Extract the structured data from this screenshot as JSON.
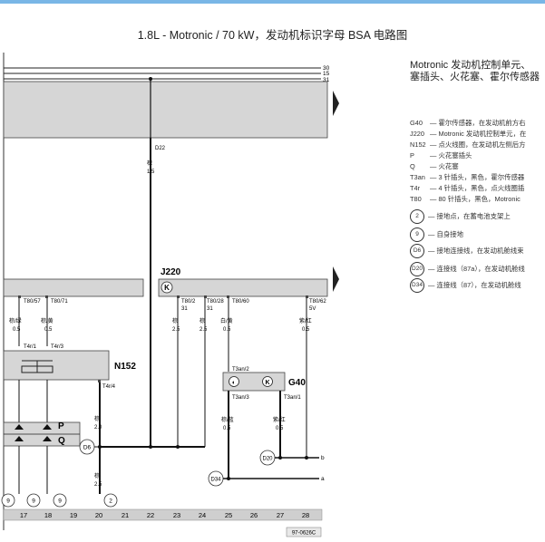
{
  "title": "1.8L - Motronic / 70 kW，发动机标识字母 BSA 电路图",
  "bus_lines": [
    "30",
    "15",
    "31"
  ],
  "heading": "Motronic 发动机控制单元、\n塞插头、火花塞、霍尔传感器",
  "legend": [
    {
      "symbol": "G40",
      "text": "— 霍尔传感器，在发动机前方右"
    },
    {
      "symbol": "J220",
      "text": "— Motronic 发动机控制单元，在"
    },
    {
      "symbol": "N152",
      "text": "— 点火线圈，在发动机左侧后方"
    },
    {
      "symbol": "P",
      "text": "— 火花塞插头"
    },
    {
      "symbol": "Q",
      "text": "— 火花塞"
    },
    {
      "symbol": "T3an",
      "text": "— 3 针插头，黑色，霍尔传感器"
    },
    {
      "symbol": "T4r",
      "text": "— 4 针插头，黑色，点火线圈插"
    },
    {
      "symbol": "T80",
      "text": "— 80 针插头，黑色，Motronic"
    }
  ],
  "legend_ground": [
    {
      "symbol": "2",
      "text": "— 接地点，在蓄电池支架上"
    },
    {
      "symbol": "9",
      "text": "— 自身接地"
    },
    {
      "symbol": "D6",
      "text": "— 接地连接线，在发动机舱线束"
    },
    {
      "symbol": "D20",
      "text": "— 连接线（87a），在发动机舱线"
    },
    {
      "symbol": "D34",
      "text": "— 连接线（87），在发动机舱线"
    }
  ],
  "components": {
    "J220": "J220",
    "N152": "N152",
    "G40": "G40",
    "P": "P",
    "Q": "Q"
  },
  "connectors": {
    "D22": "D22",
    "T80_57": "T80/57",
    "T80_71": "T80/71",
    "T80_2": "T80/2",
    "T80_28": "T80/28",
    "T80_60": "T80/60",
    "T80_62": "T80/62",
    "T4r_1": "T4r/1",
    "T4r_3": "T4r/3",
    "T4r_4": "T4r/4",
    "T3an_2": "T3an/2",
    "T3an_3": "T3an/3",
    "T3an_1": "T3an/1",
    "pin31_a": "31",
    "pin31_b": "31",
    "pin5V": "5V"
  },
  "wires": {
    "w22_color": "棕",
    "w22_size": "1.5",
    "w17_color": "棕/绿",
    "w17_size": "0.5",
    "w18_color": "棕/黄",
    "w18_size": "0.5",
    "w23_color": "棕",
    "w23_size": "2.5",
    "w24_color": "棕",
    "w24_size": "2.5",
    "w25_color": "白/黄",
    "w25_size": "0.5",
    "w28_color": "紫/红",
    "w28_size": "0.5",
    "w20_color": "棕",
    "w20_size": "2.0",
    "w20b_color": "棕",
    "w20b_size": "2.5",
    "w25b_color": "棕/蓝",
    "w25b_size": "0.5",
    "w27_color": "紫/红",
    "w27_size": "0.5"
  },
  "ground_points": {
    "g9_a": "9",
    "g9_b": "9",
    "g9_c": "9",
    "g2": "2",
    "D6": "D6",
    "D20": "D20",
    "D34": "D34"
  },
  "outputs": {
    "b": "b",
    "a": "a"
  },
  "columns": [
    "17",
    "18",
    "19",
    "20",
    "21",
    "22",
    "23",
    "24",
    "25",
    "26",
    "27",
    "28"
  ],
  "figure_code": "97-0626C"
}
